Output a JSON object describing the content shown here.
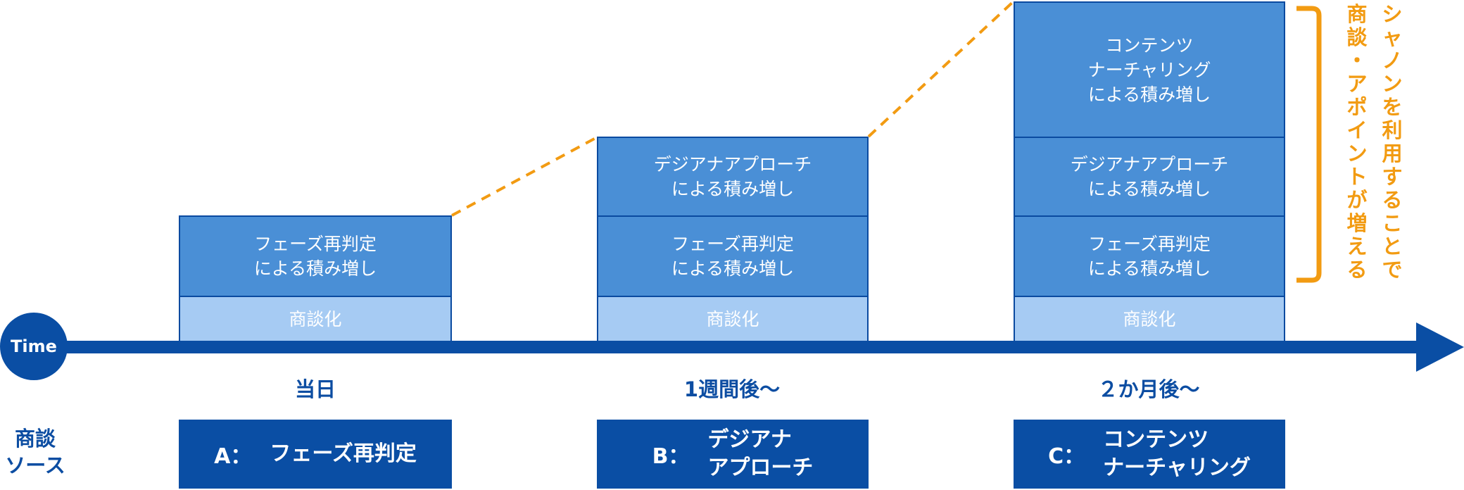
{
  "axis": {
    "label": "Time"
  },
  "source_heading": "商談\nソース",
  "bars": [
    {
      "when": "当日",
      "segments": [
        "フェーズ再判定\nによる積み増し"
      ],
      "base": "商談化",
      "source_key": "A：",
      "source_name": "フェーズ再判定"
    },
    {
      "when": "1週間後〜",
      "segments": [
        "デジアナアプローチ\nによる積み増し",
        "フェーズ再判定\nによる積み増し"
      ],
      "base": "商談化",
      "source_key": "B：",
      "source_name": "デジアナ\nアプローチ"
    },
    {
      "when": "２か月後〜",
      "segments": [
        "コンテンツ\nナーチャリング\nによる積み増し",
        "デジアナアプローチ\nによる積み増し",
        "フェーズ再判定\nによる積み増し"
      ],
      "base": "商談化",
      "source_key": "C：",
      "source_name": "コンテンツ\nナーチャリング"
    }
  ],
  "annotation": {
    "col1": "シャノンを利用することで",
    "col2": "商談・アポイントが増える"
  },
  "colors": {
    "primary": "#0a4ea4",
    "segment": "#4a8fd6",
    "base": "#a6cbf3",
    "accent": "#f29b12"
  }
}
